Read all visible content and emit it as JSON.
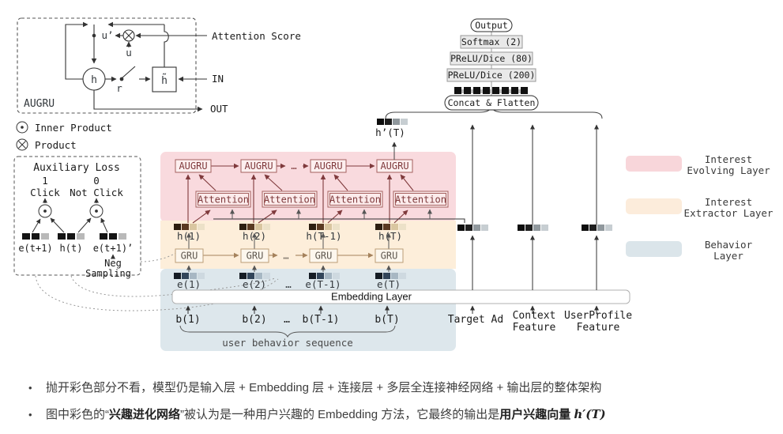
{
  "cell": {
    "title": "AUGRU",
    "h": "h",
    "h_tilde": "h̃",
    "u_prime": "u’",
    "u": "u",
    "r": "r",
    "attention_score": "Attention Score",
    "in_label": "IN",
    "out_label": "OUT"
  },
  "ops": {
    "inner_product": "Inner Product",
    "product": "Product"
  },
  "aux": {
    "title": "Auxiliary Loss",
    "one": "1",
    "zero": "0",
    "click": "Click",
    "not_click": "Not Click",
    "e_next": "e(t+1)",
    "h_t": "h(t)",
    "e_next_neg": "e(t+1)’",
    "neg": "Neg",
    "sampling": "Sampling"
  },
  "net": {
    "augru": "AUGRU",
    "attention": "Attention",
    "gru": "GRU",
    "dots": "…",
    "h": [
      "h(1)",
      "h(2)",
      "h(T-1)",
      "h(T)"
    ],
    "e": [
      "e(1)",
      "e(2)",
      "e(T-1)",
      "e(T)"
    ],
    "b": [
      "b(1)",
      "b(2)",
      "b(T-1)",
      "b(T)"
    ],
    "h_prime": "h’(T)",
    "embedding": "Embedding Layer",
    "behavior_seq": "user behavior sequence",
    "target_ad": "Target Ad",
    "context": [
      "Context",
      "Feature"
    ],
    "profile": [
      "UserProfile",
      "Feature"
    ]
  },
  "stack": {
    "output": "Output",
    "softmax": "Softmax (2)",
    "fc80": "PReLU/Dice (80)",
    "fc200": "PReLU/Dice (200)",
    "concat": "Concat & Flatten"
  },
  "legend": {
    "items": [
      {
        "color": "#f8d6da",
        "line1": "Interest",
        "line2": "Evolving Layer"
      },
      {
        "color": "#fcecdb",
        "line1": "Interest",
        "line2": "Extractor Layer"
      },
      {
        "color": "#dbe5ea",
        "line1": "Behavior",
        "line2": "Layer"
      }
    ]
  },
  "regions": {
    "evolving": "#f9dade",
    "extractor": "#fdeeda",
    "behavior": "#dde7ec"
  },
  "notes": {
    "b1": "抛开彩色部分不看，模型仍是输入层 + Embedding 层 + 连接层 + 多层全连接神经网络 + 输出层的整体架构",
    "b2_pre": "图中彩色的“",
    "b2_bold1": "兴趣进化网络",
    "b2_mid": "”被认为是一种用户兴趣的 Embedding 方法，它最终的输出是",
    "b2_bold2": "用户兴趣向量 ",
    "b2_math": "h′(T)"
  }
}
